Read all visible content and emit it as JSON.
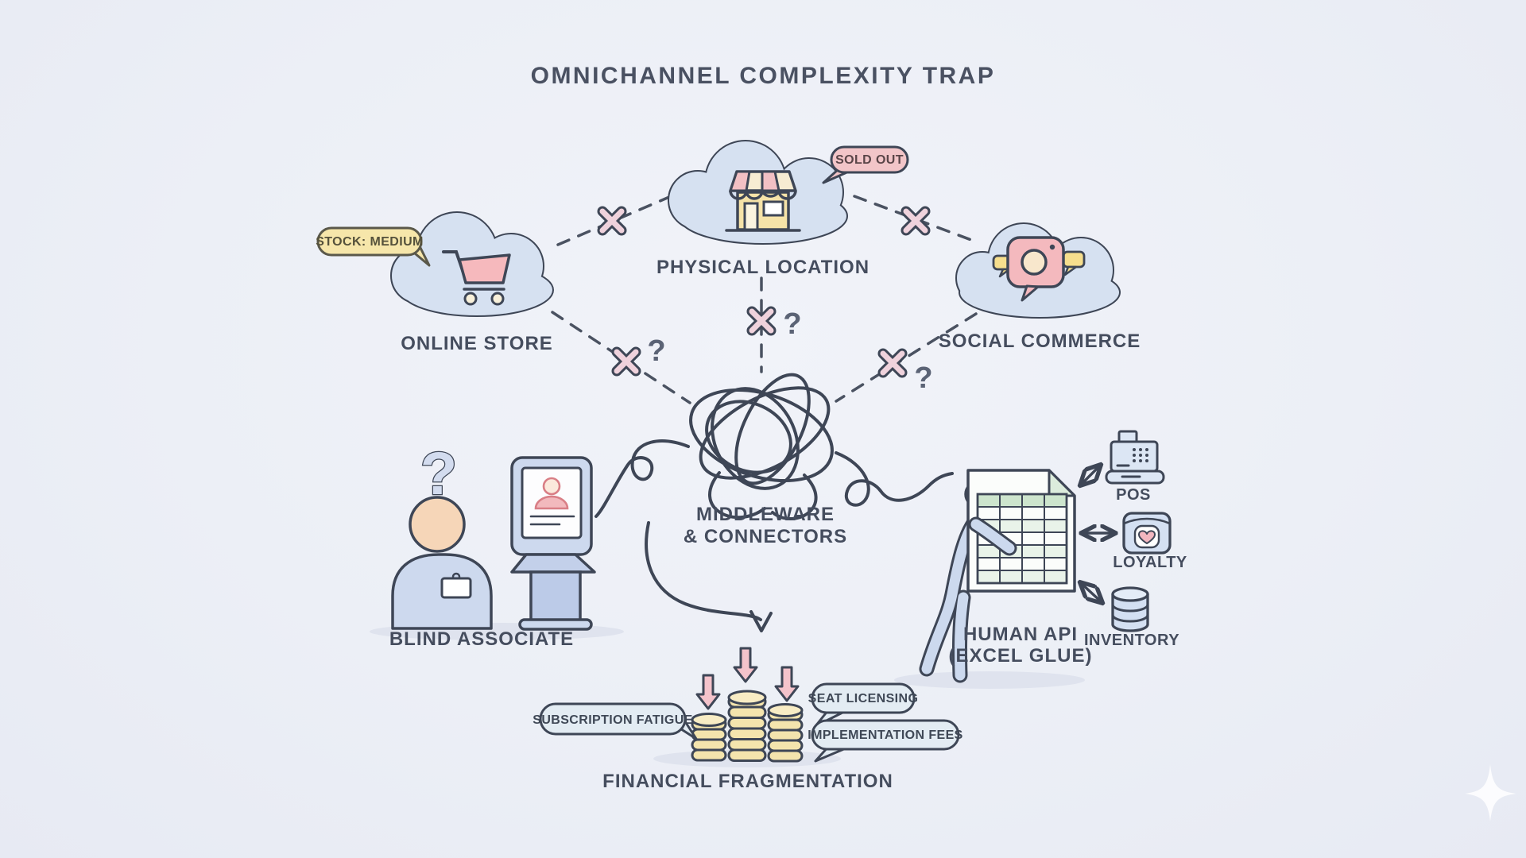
{
  "title": "OMNICHANNEL COMPLEXITY TRAP",
  "channels": {
    "online_store": {
      "label": "ONLINE STORE",
      "status_bubble": "STOCK: MEDIUM"
    },
    "physical_location": {
      "label": "PHYSICAL LOCATION",
      "status_badge": "SOLD OUT"
    },
    "social_commerce": {
      "label": "SOCIAL COMMERCE"
    }
  },
  "middleware": {
    "label_line1": "MIDDLEWARE",
    "label_line2": "& CONNECTORS"
  },
  "blind_associate": {
    "label": "BLIND ASSOCIATE",
    "question_mark": "?"
  },
  "human_api": {
    "label_line1": "HUMAN API",
    "label_line2": "(EXCEL GLUE)",
    "pos_label": "POS",
    "loyalty_label": "LOYALTY",
    "inventory_label": "INVENTORY"
  },
  "financial_fragmentation": {
    "label": "FINANCIAL FRAGMENTATION",
    "bubble_subscription": "SUBSCRIPTION FATIGUE",
    "bubble_seat": "SEAT LICENSING",
    "bubble_implementation": "IMPLEMENTATION FEES"
  },
  "broken_links": {
    "question_mark": "?"
  },
  "colors": {
    "background": "#edeff6",
    "outline": "#3e4656",
    "cloud_fill": "#d6e1f1",
    "pink": "#f3bcc1",
    "yellow": "#f5e3a9",
    "person_blue": "#ccd9ed",
    "skin": "#f6d6b8",
    "bubble_blue": "#e3ecf3",
    "green_cell": "#cde5cd"
  }
}
